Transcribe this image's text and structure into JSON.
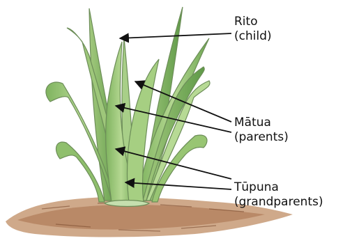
{
  "labels": {
    "rito": {
      "name": "Rito",
      "note": "(child)"
    },
    "matua": {
      "name": "Mātua",
      "note": "(parents)"
    },
    "tupuna": {
      "name": "Tūpuna",
      "note": "(grandparents)"
    }
  },
  "colors": {
    "leaf_light": "#a9cf86",
    "leaf_mid": "#7fb35f",
    "leaf_dark": "#4f8c3e",
    "leaf_outline": "#6c8d58",
    "soil": "#b88664",
    "soil_dark": "#7a4a2e",
    "arrow": "#111111"
  }
}
